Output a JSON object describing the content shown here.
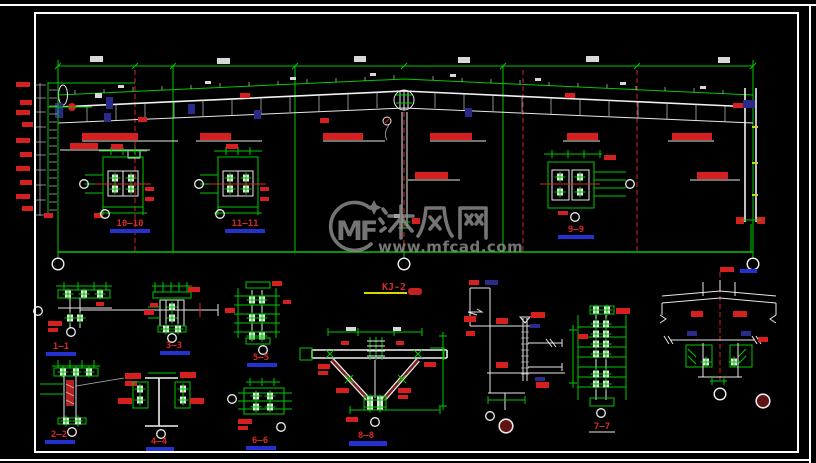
{
  "page": {
    "background": "#000000",
    "type": "cad-drawing-preview"
  },
  "sheet": {
    "border_color": "#ffffff"
  },
  "watermark": {
    "logo_text": "MF",
    "site_name": "沐风网",
    "site_url": "www.mfcad.com",
    "color": "#8e8e8e"
  },
  "drawing": {
    "frame_label": "KJ-2",
    "section_labels": {
      "sec_1": "1—1",
      "sec_2": "2—2",
      "sec_3": "3—3",
      "sec_4": "4—4",
      "sec_5": "5—5",
      "sec_6": "6—6",
      "sec_7": "7—7",
      "sec_8": "8—8",
      "sec_9": "9—9",
      "sec_10": "10—10",
      "sec_11": "11—11"
    }
  },
  "colors": {
    "line_green": "#00c800",
    "dim_red": "#d42a2a",
    "fill_red": "#d61f1f",
    "underline_blue": "#2431d0",
    "kj2_underline_yellow": "#d8d800",
    "bolt_navy": "#2a2a8a",
    "watermark_gray": "#8e8e8e",
    "border_white": "#ffffff"
  }
}
